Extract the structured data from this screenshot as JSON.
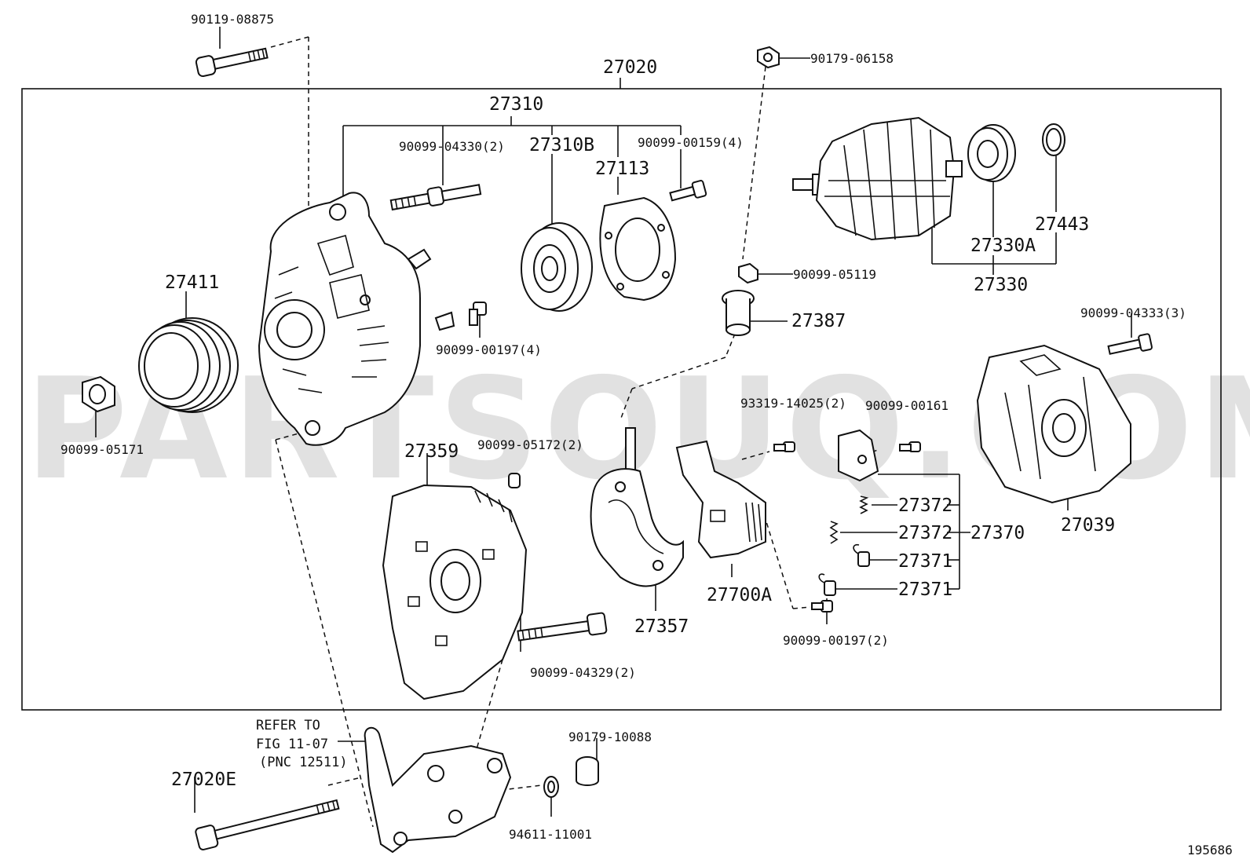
{
  "watermark": "PARTSOUQ.COM",
  "diagram_id": "195686",
  "note": {
    "line1": "REFER TO",
    "line2": "FIG 11-07",
    "line3": "(PNC 12511)"
  },
  "labels": {
    "p90119_08875": "90119-08875",
    "p27020": "27020",
    "p90179_06158": "90179-06158",
    "p27310": "27310",
    "p90099_04330": "90099-04330(2)",
    "p27310B": "27310B",
    "p90099_00159": "90099-00159(4)",
    "p27113": "27113",
    "p27443": "27443",
    "p27330A": "27330A",
    "p27330": "27330",
    "p90099_05119": "90099-05119",
    "p27387": "27387",
    "p27411": "27411",
    "p90099_00197_4": "90099-00197(4)",
    "p90099_04333": "90099-04333(3)",
    "p90099_05171": "90099-05171",
    "p93319_14025": "93319-14025(2)",
    "p90099_00161": "90099-00161",
    "p27359": "27359",
    "p90099_05172": "90099-05172(2)",
    "p27372": "27372",
    "p27370": "27370",
    "p27371": "27371",
    "p27039": "27039",
    "p27700A": "27700A",
    "p27357": "27357",
    "p90099_00197_2": "90099-00197(2)",
    "p90099_04329": "90099-04329(2)",
    "p90179_10088": "90179-10088",
    "p27020E": "27020E",
    "p94611_11001": "94611-11001"
  }
}
